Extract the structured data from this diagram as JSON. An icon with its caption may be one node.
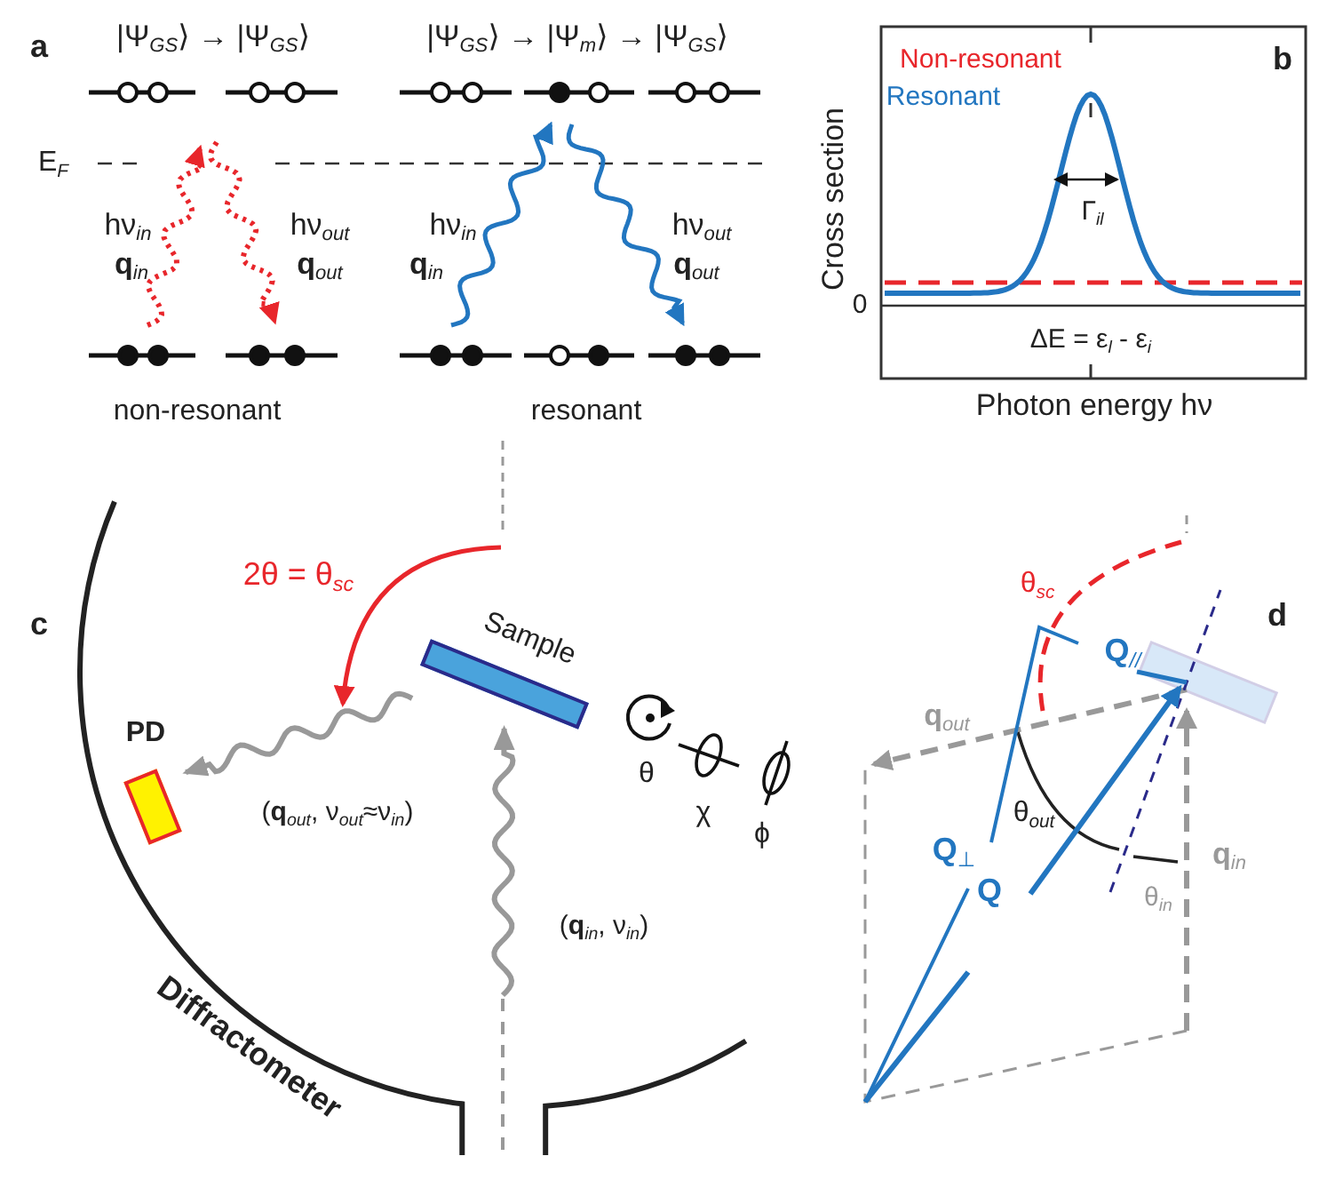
{
  "diagram": {
    "nodes": [
      {
        "text": [
          "Sample"
        ]
      },
      {
        "text": [
          "PD"
        ]
      }
    ],
    "edges": [
      {
        "from": null,
        "to": 0,
        "arrow": "to",
        "label": "(**q**$_{in}$, ν$_{in}$)"
      },
      {
        "from": 0,
        "to": 1,
        "arrow": "to",
        "label": "(**q**$_{out}$, ν$_{out}$≈ν$_{in}$)"
      }
    ],
    "labels": [
      "a",
      "|Ψ$_{GS}$⟩ → |Ψ$_{GS}$⟩",
      "|Ψ$_{GS}$⟩ → |Ψ$_{m}$⟩ → |Ψ$_{GS}$⟩",
      "E$_{F}$",
      "hν$_{in}$",
      "hν$_{out}$",
      "hν$_{in}$",
      "hν$_{out}$",
      "**q**$_{in}$",
      "**q**$_{out}$",
      "**q**$_{in}$",
      "**q**$_{out}$",
      "non-resonant",
      "resonant",
      "Non-resonant",
      "Resonant",
      "b",
      "Cross section",
      "Γ$_{il}$",
      "0",
      "ΔE = ε$_{l}$ - ε$_{i}$",
      "Photon energy hν",
      "2θ = θ$_{sc}$",
      "c",
      "θ",
      "χ",
      "ϕ",
      "Diffractometer",
      "θ$_{sc}$",
      "d",
      "**Q**$_{//}$",
      "**q**$_{out}$",
      "θ$_{out}$",
      "**Q**$_{⊥}$",
      "**q**$_{in}$",
      "**Q**",
      "θ$_{in}$"
    ]
  }
}
